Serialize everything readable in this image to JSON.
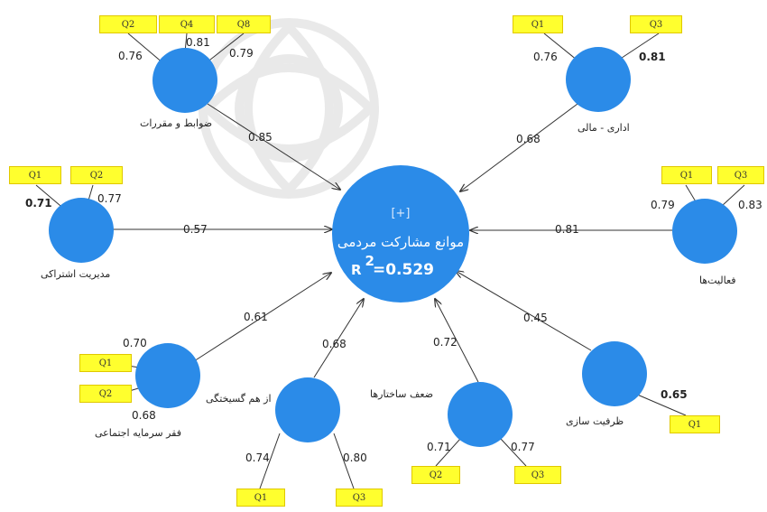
{
  "central": {
    "expand_symbol": "[+]",
    "title": "موانع مشارکت مردمی",
    "r2_label": "R",
    "r2_sup": "2",
    "r2_value": "=0.529"
  },
  "constructs": {
    "regulations": {
      "label": "ضوابط و مقررات",
      "path": "0.85",
      "indicators": [
        "Q2",
        "Q4",
        "Q8"
      ],
      "loadings": [
        "0.76",
        "0.81",
        "0.79"
      ]
    },
    "financial": {
      "label": "اداری - مالی",
      "path": "0.68",
      "indicators": [
        "Q1",
        "Q3"
      ],
      "loadings": [
        "0.76",
        "0.81"
      ]
    },
    "participatory": {
      "label": "مدیریت اشتراکی",
      "path": "0.57",
      "indicators": [
        "Q1",
        "Q2"
      ],
      "loadings": [
        "0.71",
        "0.77"
      ]
    },
    "activities": {
      "label": "فعالیت‌ها",
      "path": "0.81",
      "indicators": [
        "Q1",
        "Q3"
      ],
      "loadings": [
        "0.79",
        "0.83"
      ]
    },
    "social_capital": {
      "label": "فقر سرمایه اجتماعی",
      "path": "0.61",
      "indicators": [
        "Q1",
        "Q2"
      ],
      "loadings": [
        "0.70",
        "0.68"
      ]
    },
    "disintegration": {
      "label": "از هم گسیختگی",
      "path": "0.68",
      "indicators": [
        "Q1",
        "Q3"
      ],
      "loadings": [
        "0.74",
        "0.80"
      ]
    },
    "weak_structures": {
      "label": "ضعف ساختارها",
      "path": "0.72",
      "indicators": [
        "Q2",
        "Q3"
      ],
      "loadings": [
        "0.71",
        "0.77"
      ]
    },
    "capacity": {
      "label": "ظرفیت سازی",
      "path": "0.45",
      "indicators": [
        "Q1"
      ],
      "loadings": [
        "0.65"
      ]
    }
  },
  "colors": {
    "node": "#2b8be8",
    "indicator": "#ffff2e",
    "arrow": "#333333"
  }
}
